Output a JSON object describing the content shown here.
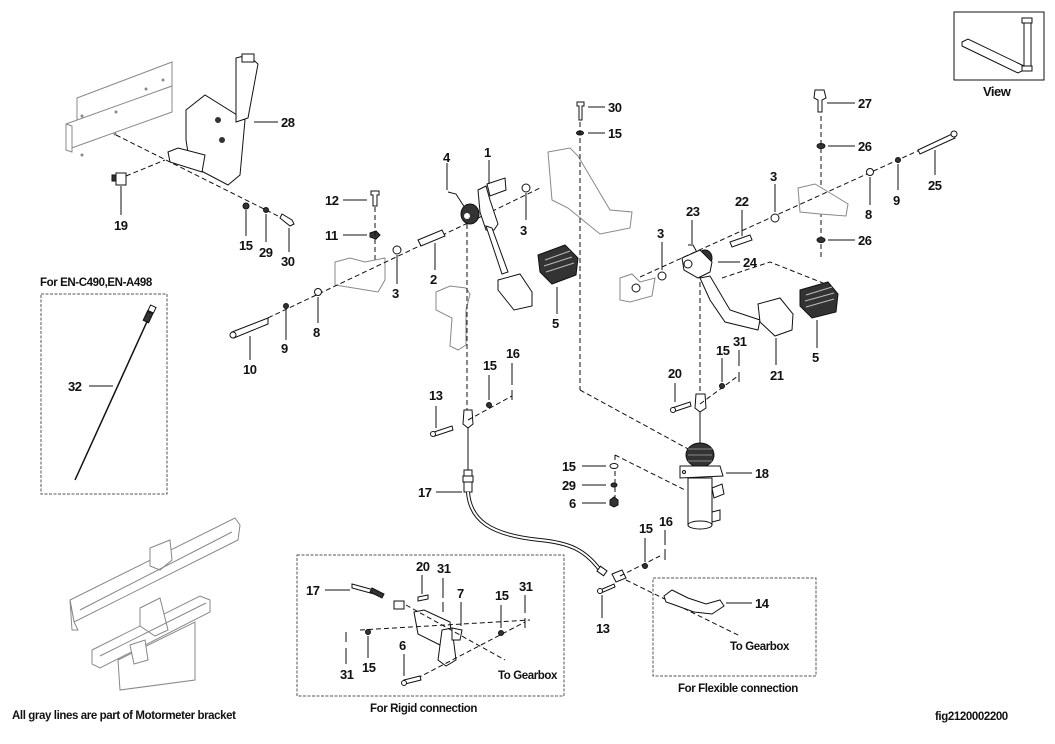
{
  "figure_id": "fig2120002200",
  "view_label": "View",
  "gray_note": "All gray lines are part of Motormeter bracket",
  "inset_boxes": {
    "engine_variant": "For EN-C490,EN-A498",
    "rigid": "For Rigid connection",
    "flexible": "For Flexible connection"
  },
  "to_gearbox": "To Gearbox",
  "callouts": [
    {
      "id": "c28",
      "num": "28"
    },
    {
      "id": "c19",
      "num": "19"
    },
    {
      "id": "c15a",
      "num": "15"
    },
    {
      "id": "c29a",
      "num": "29"
    },
    {
      "id": "c30a",
      "num": "30"
    },
    {
      "id": "c12",
      "num": "12"
    },
    {
      "id": "c11",
      "num": "11"
    },
    {
      "id": "c4",
      "num": "4"
    },
    {
      "id": "c1",
      "num": "1"
    },
    {
      "id": "c3a",
      "num": "3"
    },
    {
      "id": "c3b",
      "num": "3"
    },
    {
      "id": "c2",
      "num": "2"
    },
    {
      "id": "c5a",
      "num": "5"
    },
    {
      "id": "c10",
      "num": "10"
    },
    {
      "id": "c9a",
      "num": "9"
    },
    {
      "id": "c8a",
      "num": "8"
    },
    {
      "id": "c30b",
      "num": "30"
    },
    {
      "id": "c15b",
      "num": "15"
    },
    {
      "id": "c27",
      "num": "27"
    },
    {
      "id": "c26a",
      "num": "26"
    },
    {
      "id": "c26b",
      "num": "26"
    },
    {
      "id": "c25",
      "num": "25"
    },
    {
      "id": "c9b",
      "num": "9"
    },
    {
      "id": "c8b",
      "num": "8"
    },
    {
      "id": "c3c",
      "num": "3"
    },
    {
      "id": "c22",
      "num": "22"
    },
    {
      "id": "c23",
      "num": "23"
    },
    {
      "id": "c3d",
      "num": "3"
    },
    {
      "id": "c24",
      "num": "24"
    },
    {
      "id": "c5b",
      "num": "5"
    },
    {
      "id": "c21",
      "num": "21"
    },
    {
      "id": "c31a",
      "num": "31"
    },
    {
      "id": "c15c",
      "num": "15"
    },
    {
      "id": "c20a",
      "num": "20"
    },
    {
      "id": "c32",
      "num": "32"
    },
    {
      "id": "c13a",
      "num": "13"
    },
    {
      "id": "c15d",
      "num": "15"
    },
    {
      "id": "c16a",
      "num": "16"
    },
    {
      "id": "c17a",
      "num": "17"
    },
    {
      "id": "c18",
      "num": "18"
    },
    {
      "id": "c15e",
      "num": "15"
    },
    {
      "id": "c29b",
      "num": "29"
    },
    {
      "id": "c6a",
      "num": "6"
    },
    {
      "id": "c15f",
      "num": "15"
    },
    {
      "id": "c16b",
      "num": "16"
    },
    {
      "id": "c13b",
      "num": "13"
    },
    {
      "id": "c14",
      "num": "14"
    },
    {
      "id": "c17b",
      "num": "17"
    },
    {
      "id": "c20b",
      "num": "20"
    },
    {
      "id": "c31b",
      "num": "31"
    },
    {
      "id": "c7",
      "num": "7"
    },
    {
      "id": "c15g",
      "num": "15"
    },
    {
      "id": "c31c",
      "num": "31"
    },
    {
      "id": "c31d",
      "num": "31"
    },
    {
      "id": "c15h",
      "num": "15"
    },
    {
      "id": "c6b",
      "num": "6"
    }
  ]
}
